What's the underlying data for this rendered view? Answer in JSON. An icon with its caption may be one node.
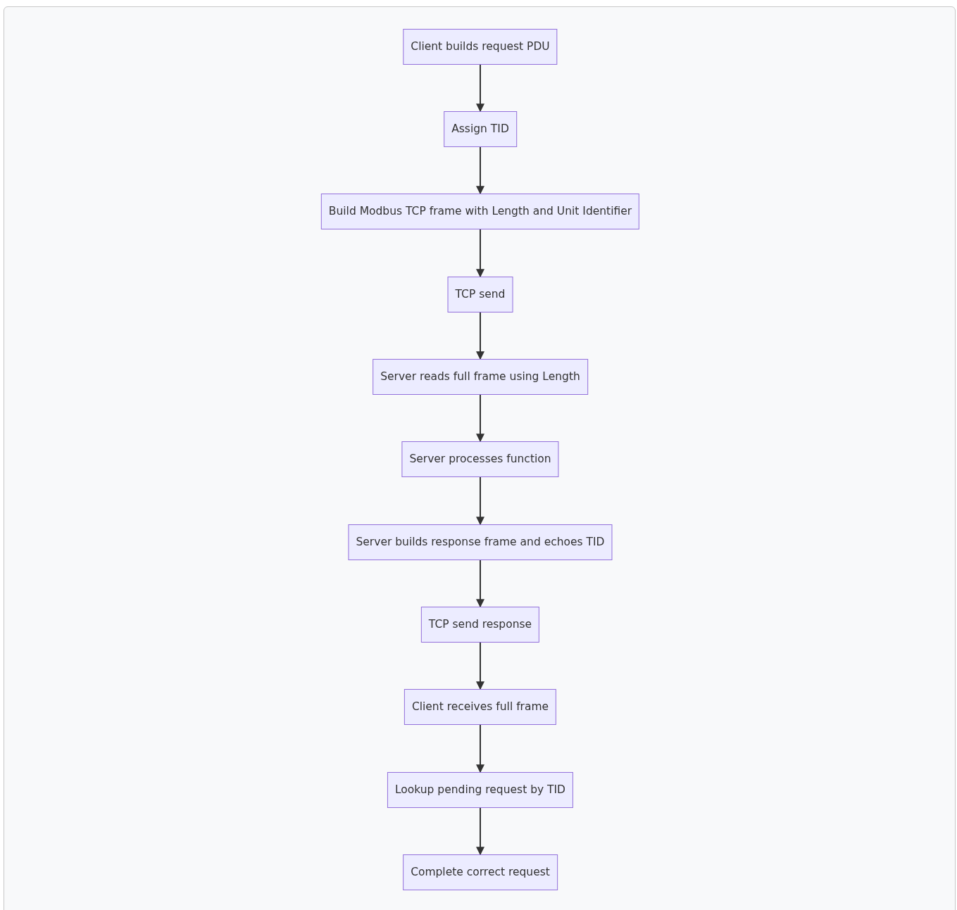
{
  "diagram": {
    "nodes": [
      {
        "text": [
          "Client builds request PDU"
        ]
      },
      {
        "text": [
          "Assign TID"
        ]
      },
      {
        "text": [
          "Build Modbus TCP frame with Length and Unit Identifier"
        ]
      },
      {
        "text": [
          "TCP send"
        ]
      },
      {
        "text": [
          "Server reads full frame using Length"
        ]
      },
      {
        "text": [
          "Server processes function"
        ]
      },
      {
        "text": [
          "Server builds response frame and echoes TID"
        ]
      },
      {
        "text": [
          "TCP send response"
        ]
      },
      {
        "text": [
          "Client receives full frame"
        ]
      },
      {
        "text": [
          "Lookup pending request by TID"
        ]
      },
      {
        "text": [
          "Complete correct request"
        ]
      }
    ],
    "edges": [
      {
        "from": 0,
        "to": 1,
        "arrow": "to"
      },
      {
        "from": 1,
        "to": 2,
        "arrow": "to"
      },
      {
        "from": 2,
        "to": 3,
        "arrow": "to"
      },
      {
        "from": 3,
        "to": 4,
        "arrow": "to"
      },
      {
        "from": 4,
        "to": 5,
        "arrow": "to"
      },
      {
        "from": 5,
        "to": 6,
        "arrow": "to"
      },
      {
        "from": 6,
        "to": 7,
        "arrow": "to"
      },
      {
        "from": 7,
        "to": 8,
        "arrow": "to"
      },
      {
        "from": 8,
        "to": 9,
        "arrow": "to"
      },
      {
        "from": 9,
        "to": 10,
        "arrow": "to"
      }
    ]
  }
}
